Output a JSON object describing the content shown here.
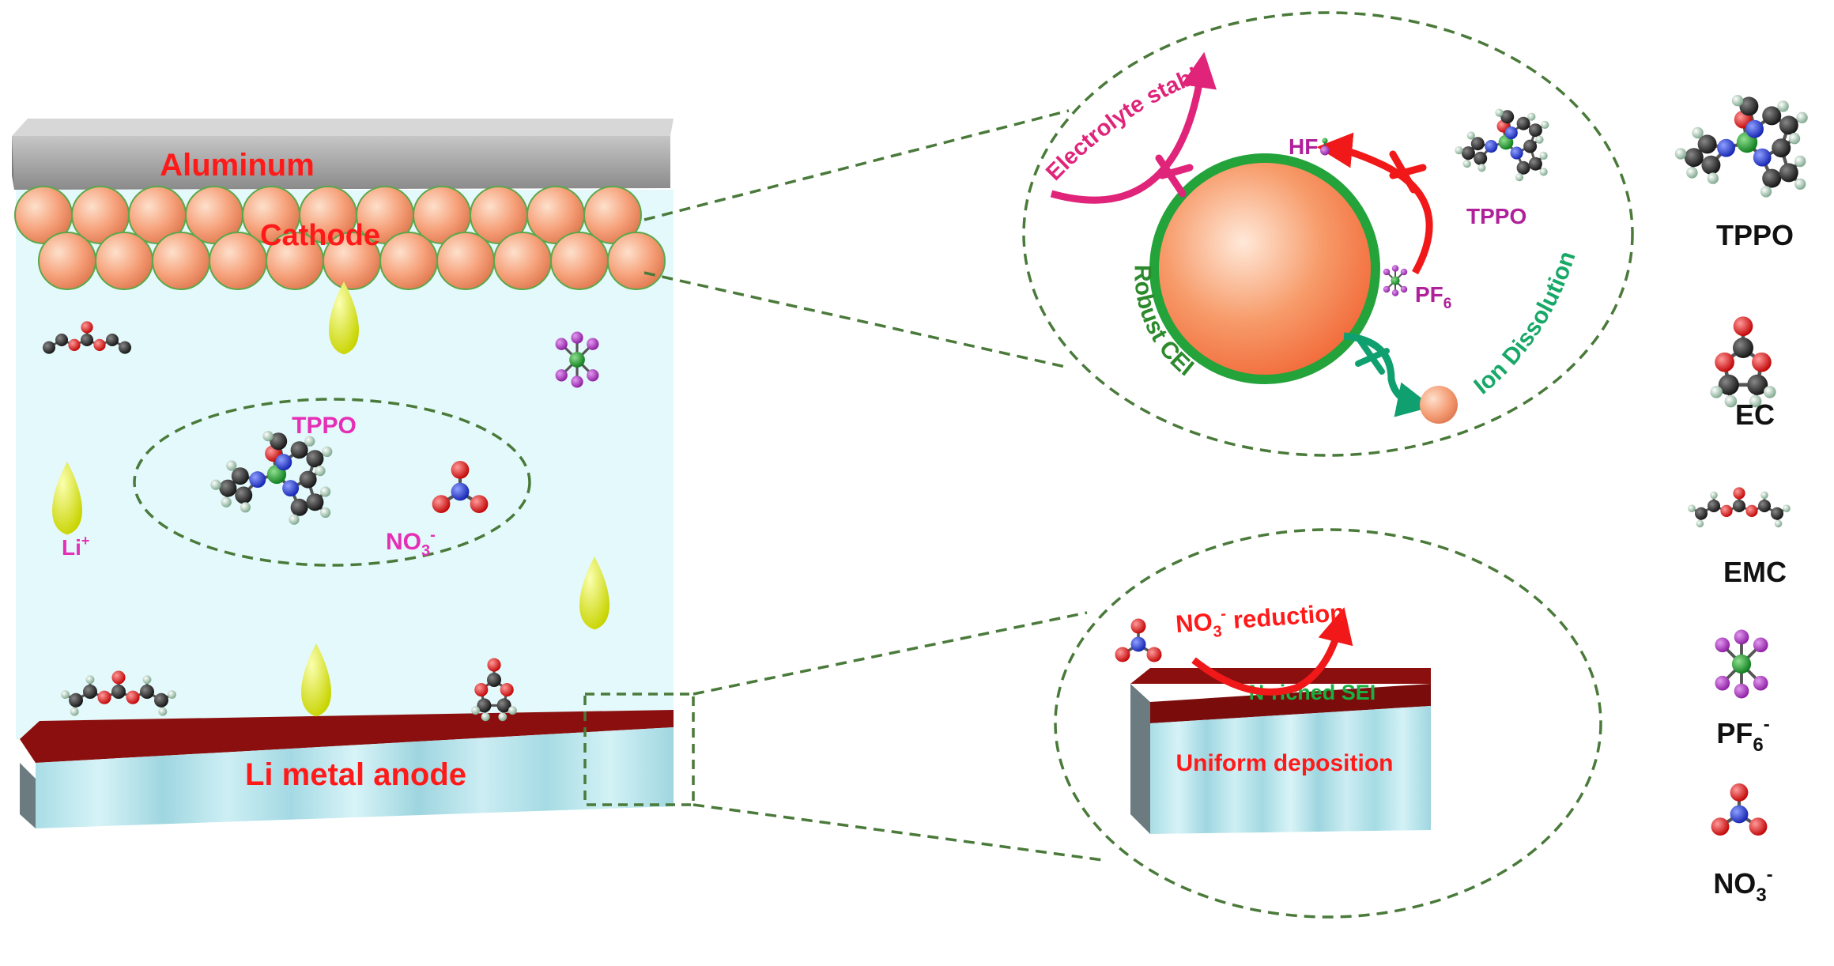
{
  "main_cell": {
    "aluminum_label": "Aluminum",
    "cathode_label": "Cathode",
    "anode_label": "Li metal anode",
    "tppo_label": "TPPO",
    "li_ion_label": "Li",
    "li_ion_sup": "+",
    "nitrate_label": "NO",
    "nitrate_sub": "3",
    "nitrate_sup": "-"
  },
  "cathode_zoom": {
    "electrolyte_stable_label": "Electrolyte stable",
    "hf_label": "HF",
    "tppo_label": "TPPO",
    "pf6_label": "PF",
    "pf6_sub": "6",
    "robust_cei_label": "Robust CEI",
    "ion_dissolution_label": "Ion Dissolution"
  },
  "anode_zoom": {
    "reduction_label_pre": "NO",
    "reduction_sub": "3",
    "reduction_sup": "-",
    "reduction_label_post": " reduction",
    "sei_label": "N-riched SEI",
    "deposition_label": "Uniform deposition"
  },
  "legend": {
    "items": [
      {
        "name": "TPPO"
      },
      {
        "name": "EC"
      },
      {
        "name": "EMC"
      },
      {
        "name": "PF",
        "sub": "6",
        "sup": "-"
      },
      {
        "name": "NO",
        "sub": "3",
        "sup": "-"
      }
    ]
  },
  "colors": {
    "red_label": "#ff1a1a",
    "magenta_label": "#e52fb6",
    "green_label": "#1aa84a",
    "dark_red_layer": "#8b0f0f",
    "electrolyte": "#e6fbfc",
    "cathode_particle": "#f5a37a",
    "dashed_green": "#4a7a3a"
  }
}
